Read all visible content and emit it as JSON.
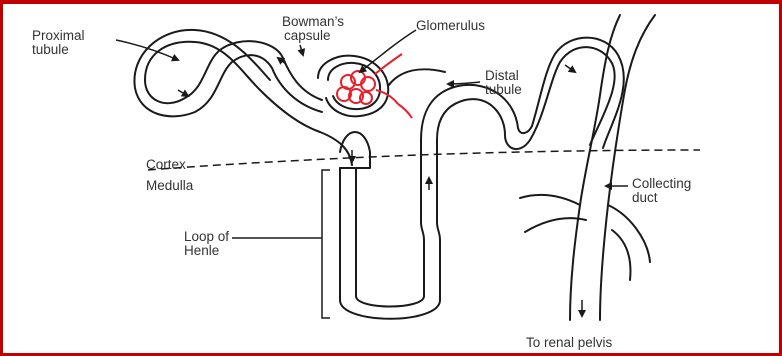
{
  "labels": {
    "proximal_tubule": [
      "Proximal",
      "tubule"
    ],
    "bowmans_capsule": [
      "Bowman’s",
      "capsule"
    ],
    "glomerulus": "Glomerulus",
    "distal_tubule": [
      "Distal",
      "tubule"
    ],
    "cortex": "Cortex",
    "medulla": "Medulla",
    "collecting_duct": [
      "Collecting",
      "duct"
    ],
    "loop_of_henle": [
      "Loop of",
      "Henle"
    ],
    "renal_pelvis": "To renal pelvis"
  },
  "colors": {
    "frame": "#c00000",
    "outline": "#1a1a1a",
    "glomerulus": "#e8202a",
    "text": "#333333"
  }
}
